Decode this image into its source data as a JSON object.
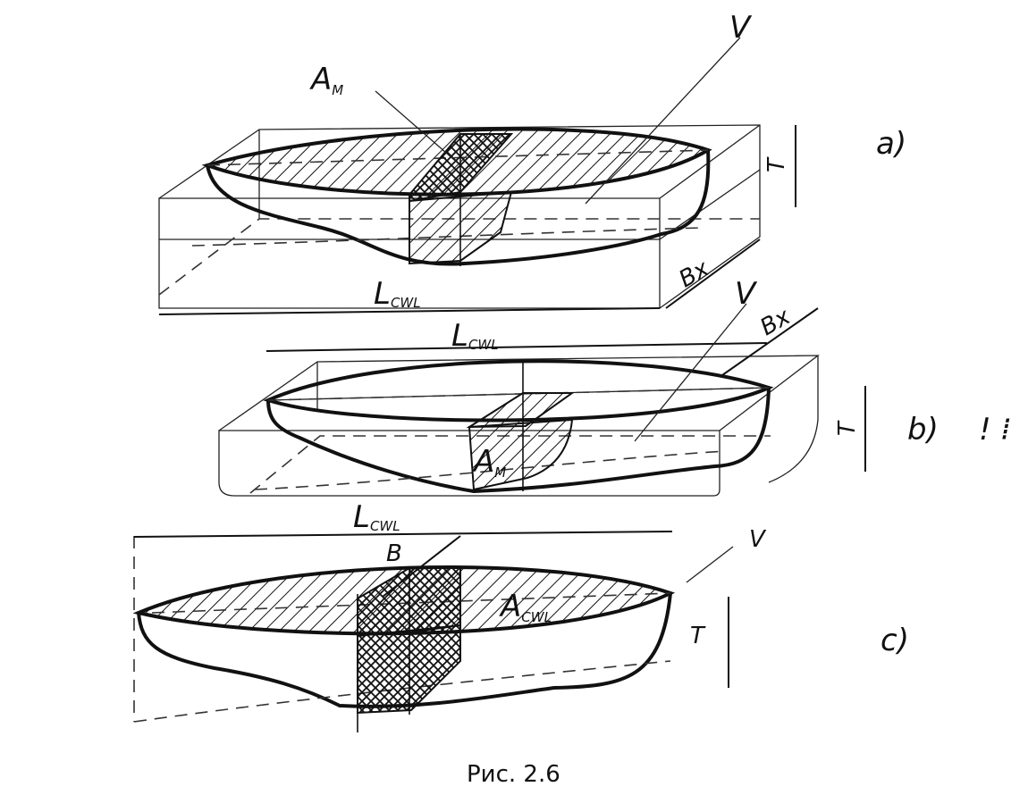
{
  "figures": [
    {
      "panel_label": "a)",
      "labels": {
        "midship_area": "A",
        "midship_area_sub": "M",
        "volume": "V",
        "draft": "T",
        "beam": "Bx",
        "length": "L",
        "length_sub": "CWL"
      }
    },
    {
      "panel_label": "b)",
      "extra_mark": "! ⁞",
      "labels": {
        "length": "L",
        "length_sub": "CWL",
        "volume": "V",
        "beam": "Bx",
        "draft": "T",
        "midship_area": "A",
        "midship_area_sub": "M"
      }
    },
    {
      "panel_label": "c)",
      "labels": {
        "length": "L",
        "length_sub": "CWL",
        "beam": "B",
        "volume": "V",
        "waterplane_area": "A",
        "waterplane_area_sub": "CWL",
        "draft": "T"
      }
    }
  ],
  "caption": "Рис. 2.6",
  "colors": {
    "ink": "#111111",
    "paper": "#ffffff"
  }
}
